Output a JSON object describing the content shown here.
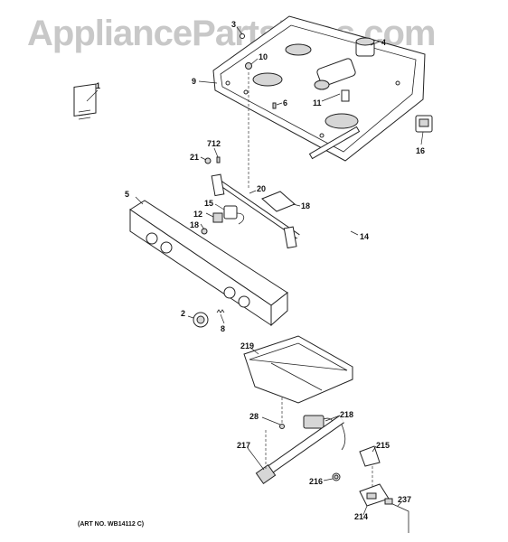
{
  "watermark": "AppliancePartsPros.com",
  "art_number": "(ART NO. WB14112 C)",
  "callouts": {
    "c1": "1",
    "c3": "3",
    "c4": "4",
    "c9": "9",
    "c10": "10",
    "c6": "6",
    "c11": "11",
    "c16": "16",
    "c712": "712",
    "c21": "21",
    "c20": "20",
    "c18a": "18",
    "c5": "5",
    "c15": "15",
    "c12": "12",
    "c18b": "18",
    "c14": "14",
    "c2": "2",
    "c8": "8",
    "c219": "219",
    "c28": "28",
    "c218": "218",
    "c217": "217",
    "c215": "215",
    "c216": "216",
    "c237": "237",
    "c214": "214"
  }
}
